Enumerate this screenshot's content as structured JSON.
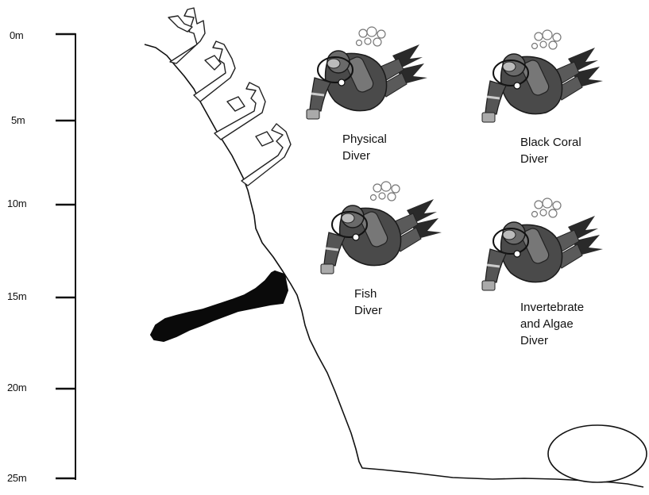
{
  "depth_scale": {
    "labels": [
      "0m",
      "5m",
      "10m",
      "15m",
      "20m",
      "25m"
    ]
  },
  "divers": [
    {
      "label": "Physical\nDiver",
      "icon": "scuba-diver-icon"
    },
    {
      "label": "Black Coral\nDiver",
      "icon": "scuba-diver-icon"
    },
    {
      "label": "Fish\nDiver",
      "icon": "scuba-diver-icon"
    },
    {
      "label": "Invertebrate\nand Algae\nDiver",
      "icon": "scuba-diver-icon"
    }
  ],
  "features": {
    "reef_wall": "reef-wall-profile",
    "black_coral": "black-coral-overhang",
    "boulder": "seafloor-boulder",
    "sea_fans": "sea-fan-icon"
  }
}
